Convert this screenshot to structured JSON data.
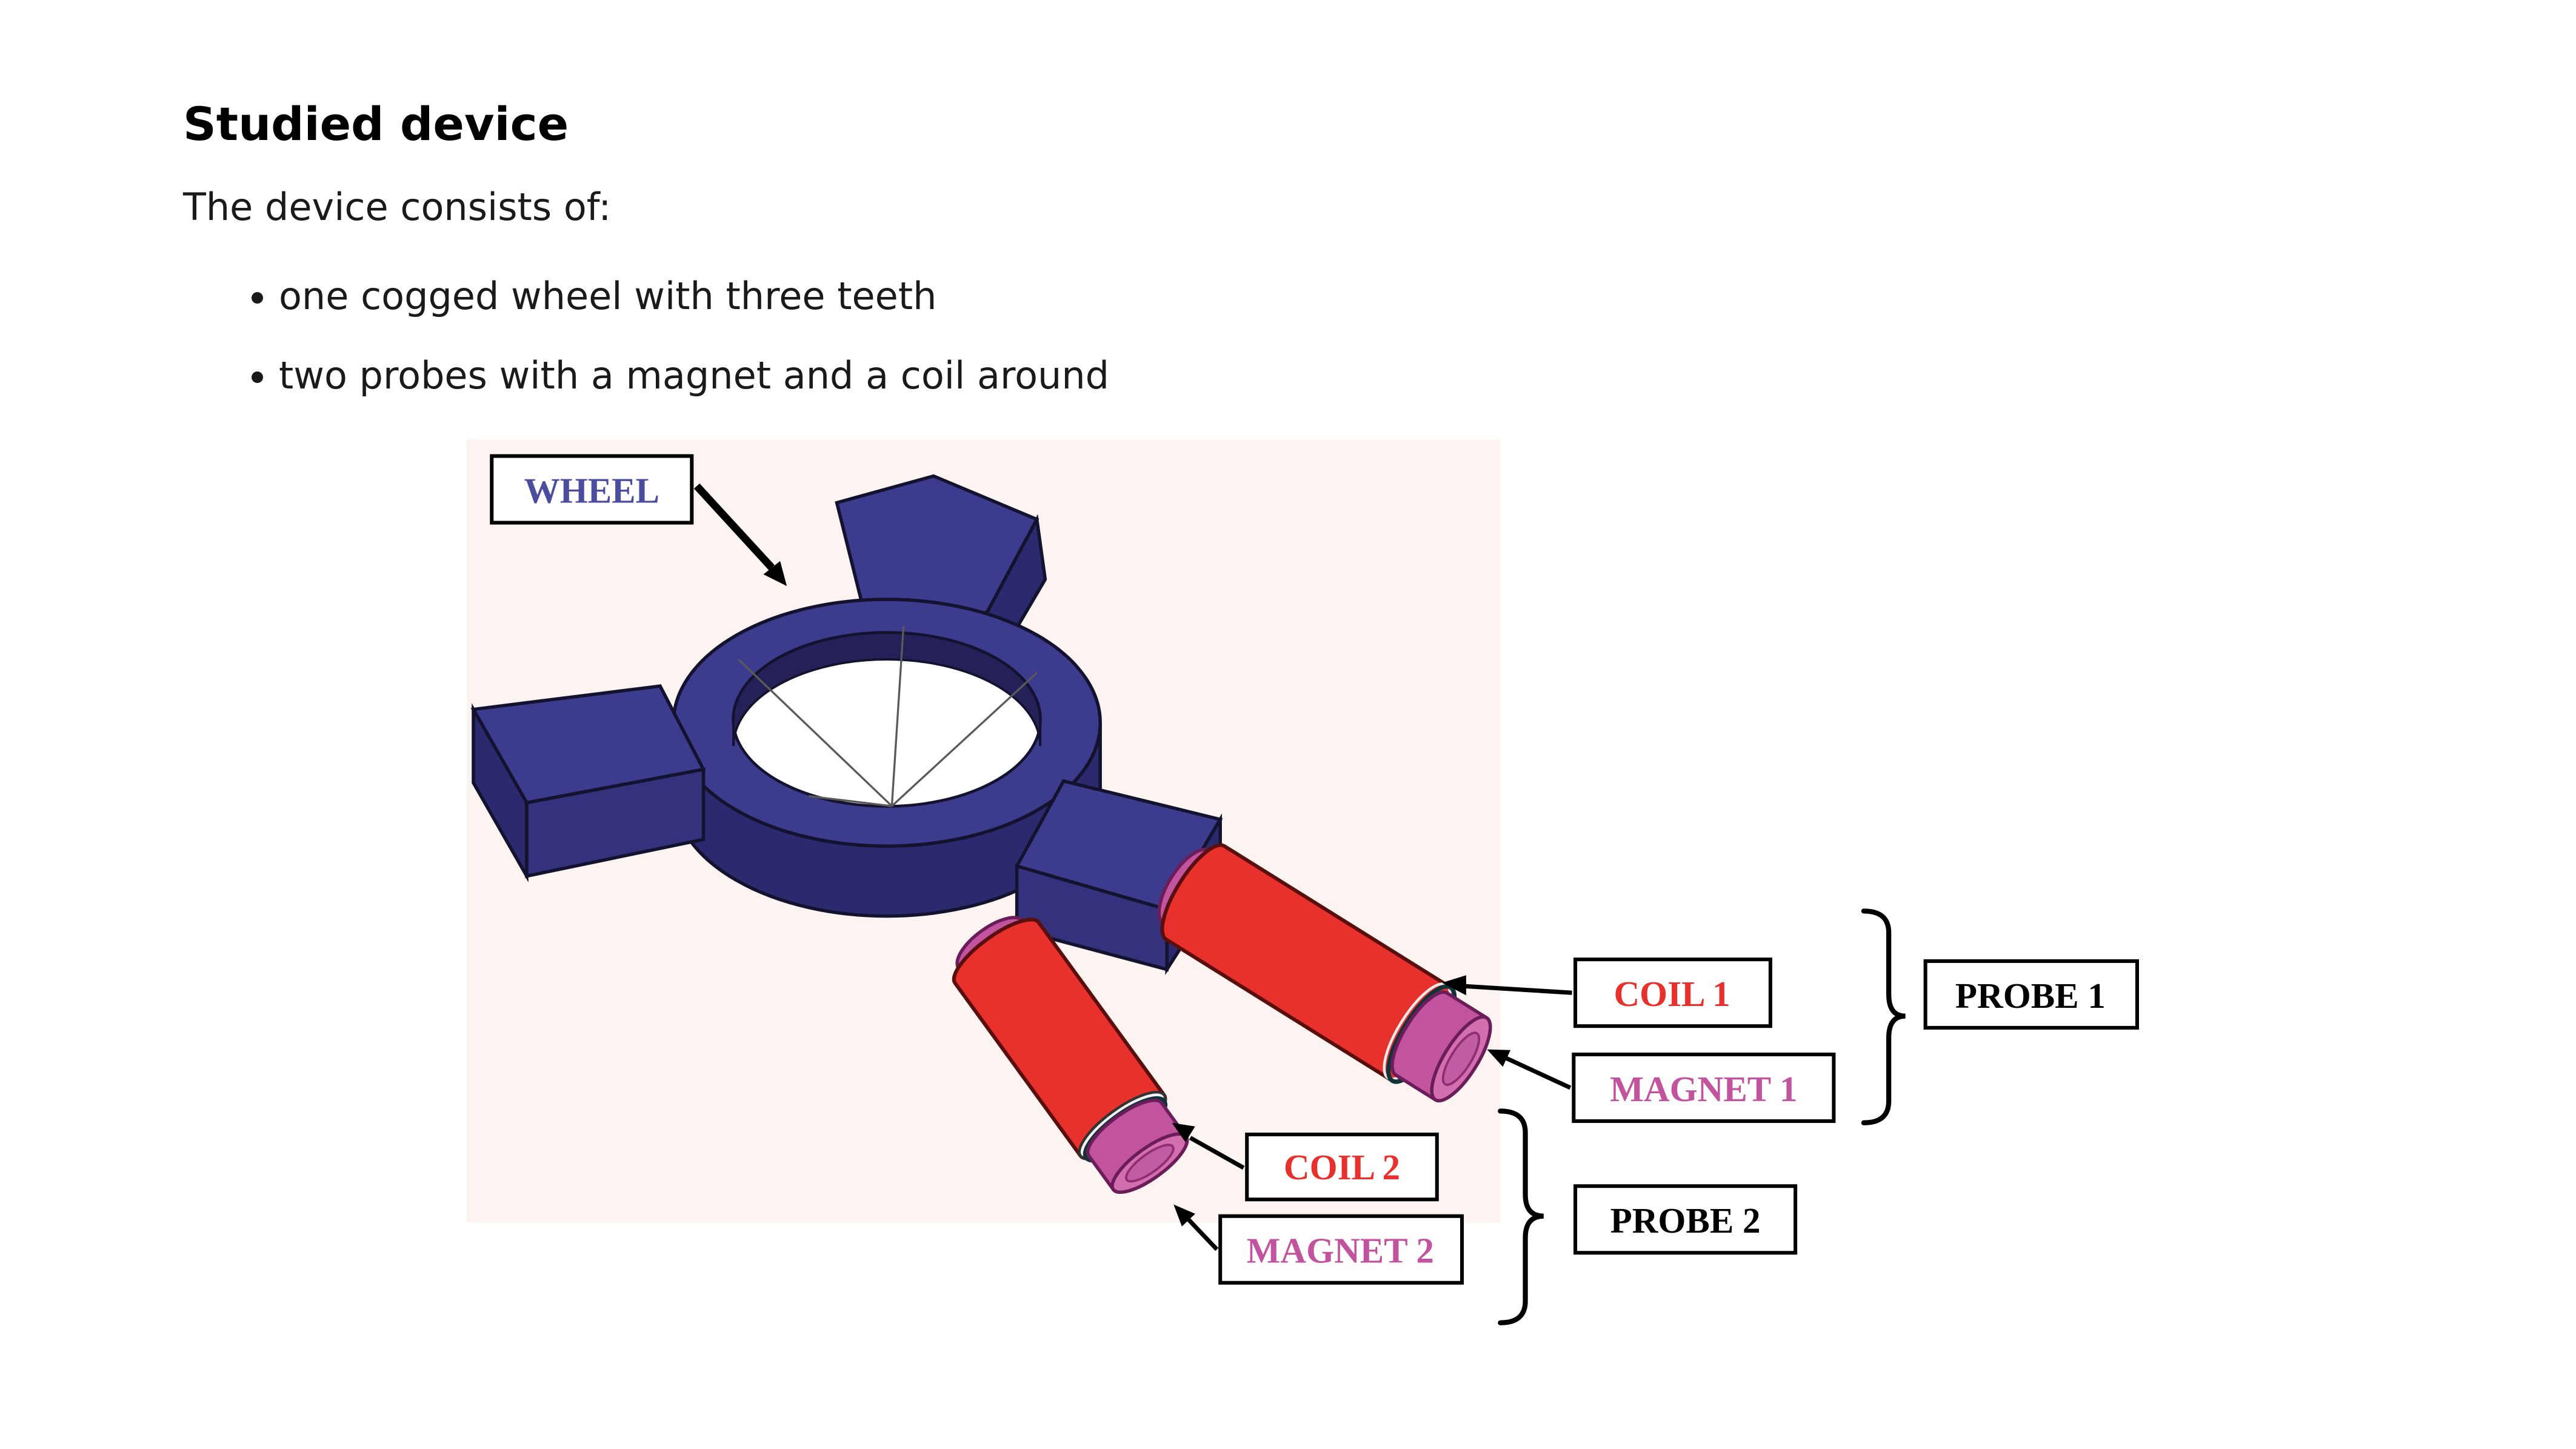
{
  "document": {
    "heading": "Studied device",
    "intro": "The device consists of:",
    "bullets": [
      "one cogged wheel with three teeth",
      "two probes with a magnet and a coil around"
    ]
  },
  "diagram": {
    "labels": {
      "wheel": "WHEEL",
      "coil1": "COIL 1",
      "magnet1": "MAGNET 1",
      "probe1": "PROBE 1",
      "coil2": "COIL 2",
      "magnet2": "MAGNET 2",
      "probe2": "PROBE 2"
    },
    "colors": {
      "wheel_body": "#3d3b8e",
      "wheel_side": "#2c2a6e",
      "wheel_inner_wall": "#232158",
      "coil_red": "#e8302c",
      "magnet_pink": "#c2539e",
      "magnet_cap": "#d36fae",
      "wheel_label": "#4c4c9e",
      "coil_label": "#e8302c",
      "magnet_label": "#c2539e",
      "probe_label": "#000000",
      "scene_bg": "#fcf4f0"
    }
  }
}
